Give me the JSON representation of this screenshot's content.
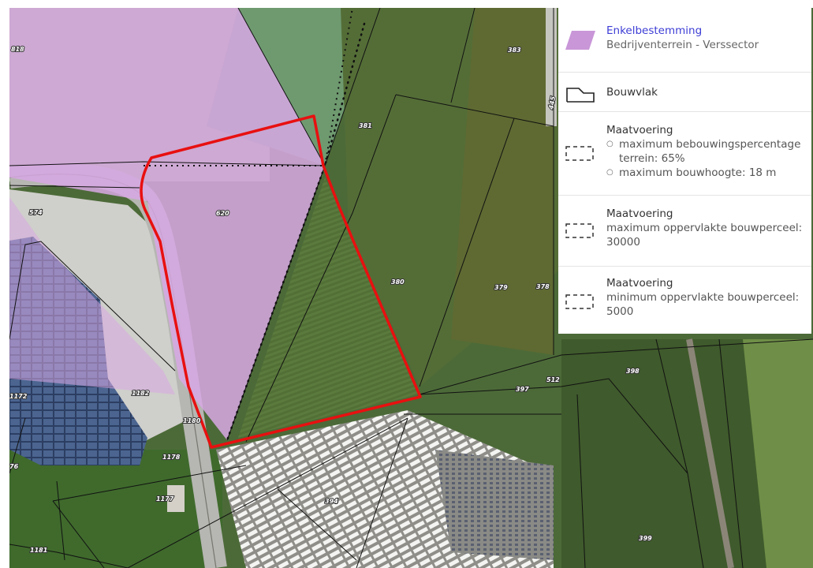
{
  "map": {
    "colors": {
      "zoning_fill": "#d8a8e4",
      "plan_outline": "#e81010",
      "parcel_line": "#111111",
      "field_green": "#56703a",
      "road_grey": "#b6b6b2"
    },
    "parcel_labels": [
      "818",
      "574",
      "620",
      "381",
      "383",
      "445",
      "380",
      "379",
      "378",
      "1172",
      "1182",
      "1180",
      "1178",
      "76",
      "1177",
      "394",
      "397",
      "512",
      "398",
      "399",
      "1181"
    ]
  },
  "legend": {
    "items": [
      {
        "icon": "zoning-area-icon",
        "title": "Enkelbestemming",
        "subtitle": "Bedrijventerrein - Verssector",
        "color": "#c996d8"
      },
      {
        "icon": "building-plot-icon",
        "title": "Bouwvlak"
      },
      {
        "icon": "dashed-rectangle-icon",
        "title": "Maatvoering",
        "bullets": [
          "maximum bebouwingspercentage terrein: 65%",
          "maximum bouwhoogte: 18 m"
        ]
      },
      {
        "icon": "dashed-rectangle-icon",
        "title": "Maatvoering",
        "text": "maximum oppervlakte bouwperceel: 30000"
      },
      {
        "icon": "dashed-rectangle-icon",
        "title": "Maatvoering",
        "text": "minimum oppervlakte bouwperceel: 5000"
      }
    ]
  }
}
